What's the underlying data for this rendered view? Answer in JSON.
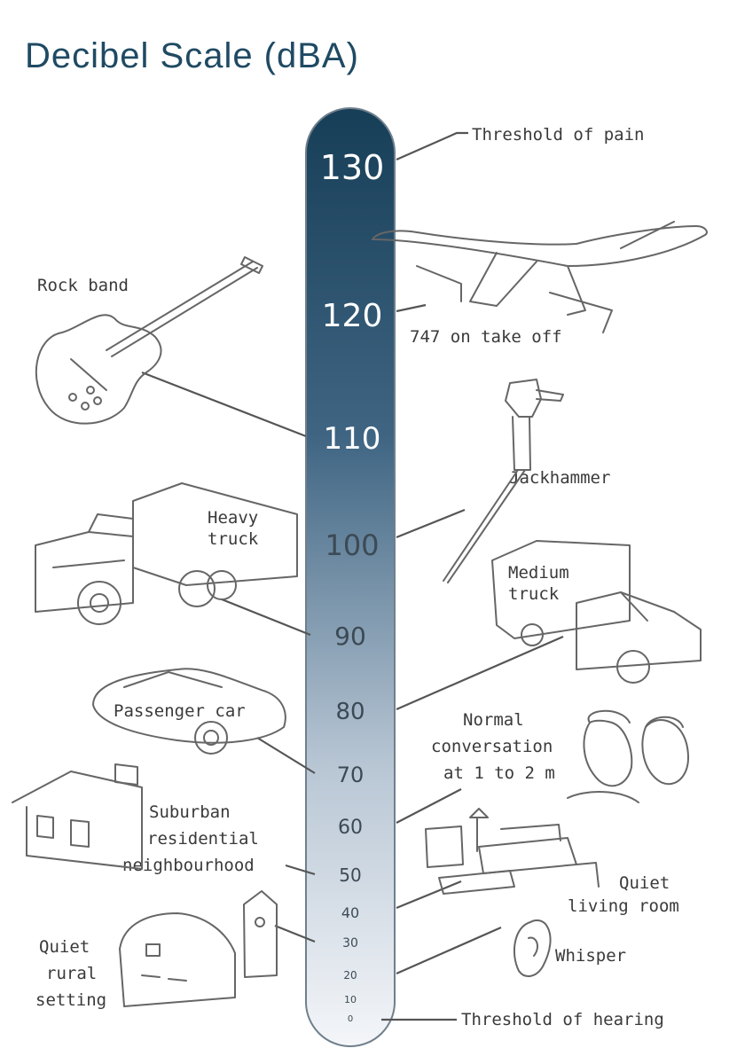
{
  "title": "Decibel Scale (dBA)",
  "colors": {
    "bar_top": "#173e57",
    "bar_bottom": "#f4f6f9",
    "title": "#1f4a63"
  },
  "scale": {
    "ticks": [
      {
        "value": 130,
        "label": "130"
      },
      {
        "value": 120,
        "label": "120"
      },
      {
        "value": 110,
        "label": "110"
      },
      {
        "value": 100,
        "label": "100"
      },
      {
        "value": 90,
        "label": "90"
      },
      {
        "value": 80,
        "label": "80"
      },
      {
        "value": 70,
        "label": "70"
      },
      {
        "value": 60,
        "label": "60"
      },
      {
        "value": 50,
        "label": "50"
      },
      {
        "value": 40,
        "label": "40"
      },
      {
        "value": 30,
        "label": "30"
      },
      {
        "value": 20,
        "label": "20"
      },
      {
        "value": 10,
        "label": "10"
      },
      {
        "value": 0,
        "label": "0"
      }
    ]
  },
  "labels": {
    "threshold_pain": "Threshold of pain",
    "rock_band": "Rock band",
    "jet": "747 on take off",
    "jackhammer": "Jackhammer",
    "heavy_truck": [
      "Heavy",
      "truck"
    ],
    "medium_truck": [
      "Medium",
      "truck"
    ],
    "passenger_car": "Passenger car",
    "conversation": [
      "Normal",
      "conversation",
      "at 1 to 2 m"
    ],
    "suburban": [
      "Suburban",
      "residential",
      "neighbourhood"
    ],
    "living_room": [
      "Quiet",
      "living room"
    ],
    "rural": [
      "Quiet",
      "rural",
      "setting"
    ],
    "whisper": "Whisper",
    "threshold_hearing": "Threshold of hearing"
  },
  "sources": [
    {
      "name": "threshold-of-pain",
      "db": 130
    },
    {
      "name": "747-take-off",
      "db": 125
    },
    {
      "name": "rock-band",
      "db": 110
    },
    {
      "name": "jackhammer",
      "db": 100
    },
    {
      "name": "heavy-truck",
      "db": 90
    },
    {
      "name": "medium-truck",
      "db": 80
    },
    {
      "name": "passenger-car",
      "db": 70
    },
    {
      "name": "normal-conversation",
      "db": 60
    },
    {
      "name": "suburban-neighbourhood",
      "db": 50
    },
    {
      "name": "quiet-living-room",
      "db": 40
    },
    {
      "name": "quiet-rural-setting",
      "db": 30
    },
    {
      "name": "whisper",
      "db": 20
    },
    {
      "name": "threshold-of-hearing",
      "db": 0
    }
  ]
}
